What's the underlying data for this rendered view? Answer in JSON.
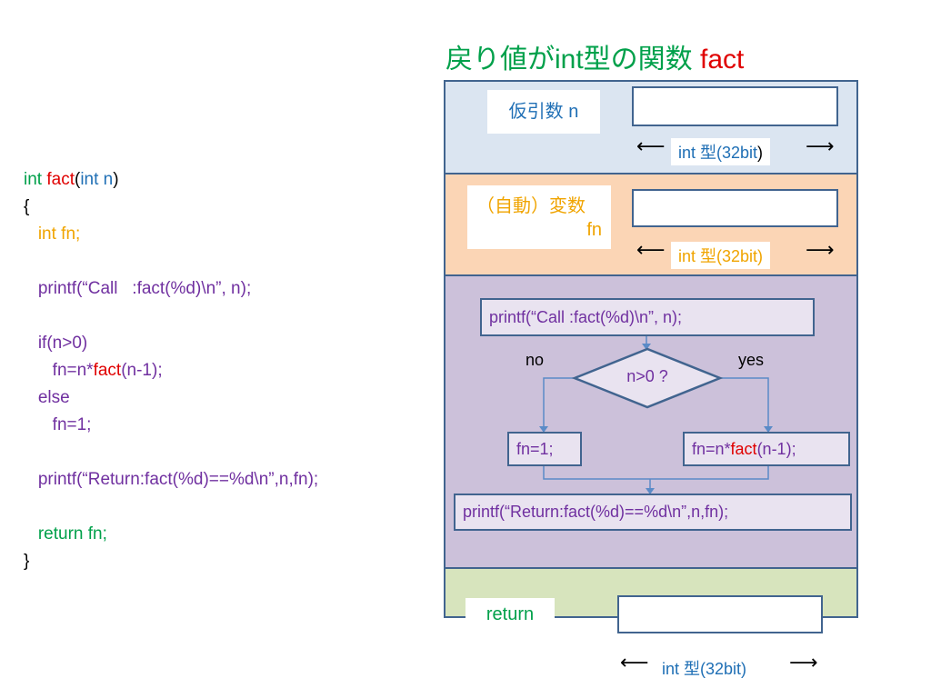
{
  "title": {
    "part1": "戻り値がint型の関数 ",
    "part2": "fact"
  },
  "code": {
    "sig_int": "int ",
    "sig_fact": "fact",
    "sig_open": "(",
    "sig_int2": "int ",
    "sig_n": "n",
    "sig_close": ")",
    "brace_open": "{",
    "decl": "   int fn;",
    "printf_call": "   printf(“Call   :fact(%d)\\n”, n);",
    "if": "   if(n>0)",
    "fn_assign_pre": "      fn=n*",
    "fn_assign_fact": "fact",
    "fn_assign_post": "(n-1);",
    "else": "   else",
    "fn_one": "      fn=1;",
    "printf_return": "   printf(“Return:fact(%d)==%d\\n”,n,fn);",
    "return": "   return fn;",
    "brace_close": "}"
  },
  "param": {
    "label": "仮引数 n",
    "bits": "int 型(32bit",
    "bits_close": ")"
  },
  "auto_var": {
    "label": "（自動）変数",
    "name": "fn",
    "bits": "int 型(32bit)"
  },
  "flow": {
    "printf_call": "printf(“Call   :fact(%d)\\n”, n);",
    "condition": "n>0 ?",
    "no": "no",
    "yes": "yes",
    "fn_one": "fn=1;",
    "fn_assign_pre": "fn=n*",
    "fn_assign_fact": "fact",
    "fn_assign_post": "(n-1);",
    "printf_return": "printf(“Return:fact(%d)==%d\\n”,n,fn);"
  },
  "return_sec": {
    "label": "return",
    "bits": "int 型(32bit)"
  },
  "colors": {
    "frame": "#41648f",
    "param_bg": "#dbe5f1",
    "auto_bg": "#fbd5b5",
    "flow_bg": "#ccc1da",
    "return_bg": "#d7e4bd"
  }
}
